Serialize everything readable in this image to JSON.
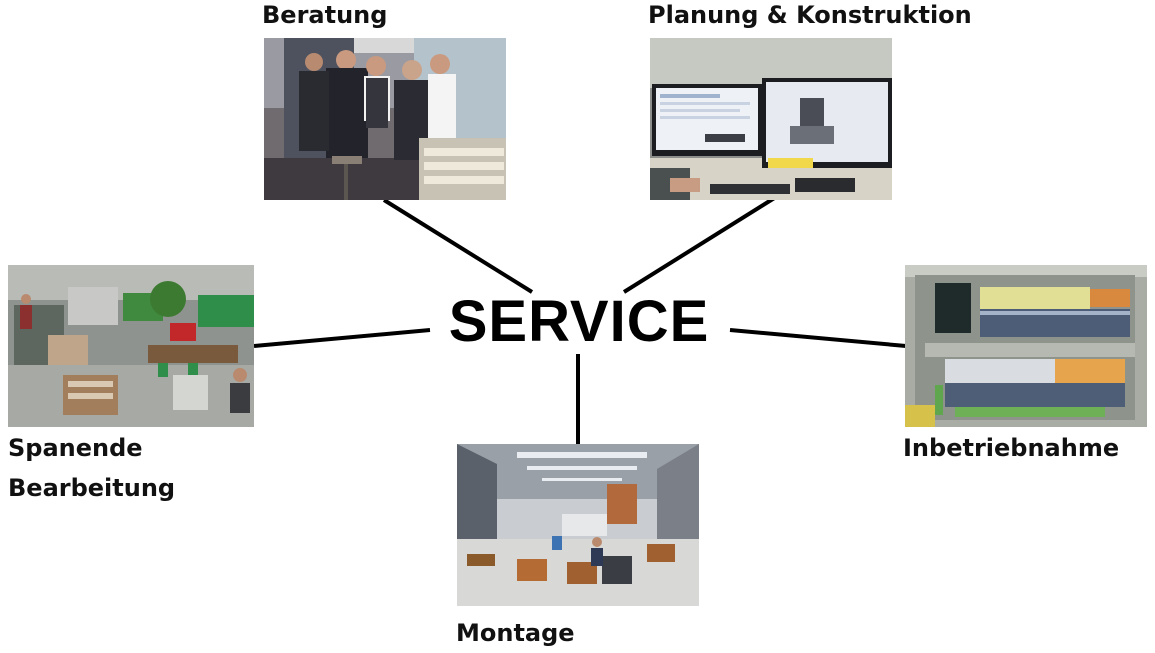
{
  "center": {
    "title": "SERVICE"
  },
  "nodes": {
    "beratung": {
      "label": "Beratung"
    },
    "planung": {
      "label": "Planung & Konstruktion"
    },
    "spanende": {
      "label_line1": "Spanende",
      "label_line2": "Bearbeitung"
    },
    "inbetriebnahme": {
      "label": "Inbetriebnahme"
    },
    "montage": {
      "label": "Montage"
    }
  },
  "colors": {
    "connector": "#000000",
    "background": "#ffffff",
    "text": "#111111"
  }
}
